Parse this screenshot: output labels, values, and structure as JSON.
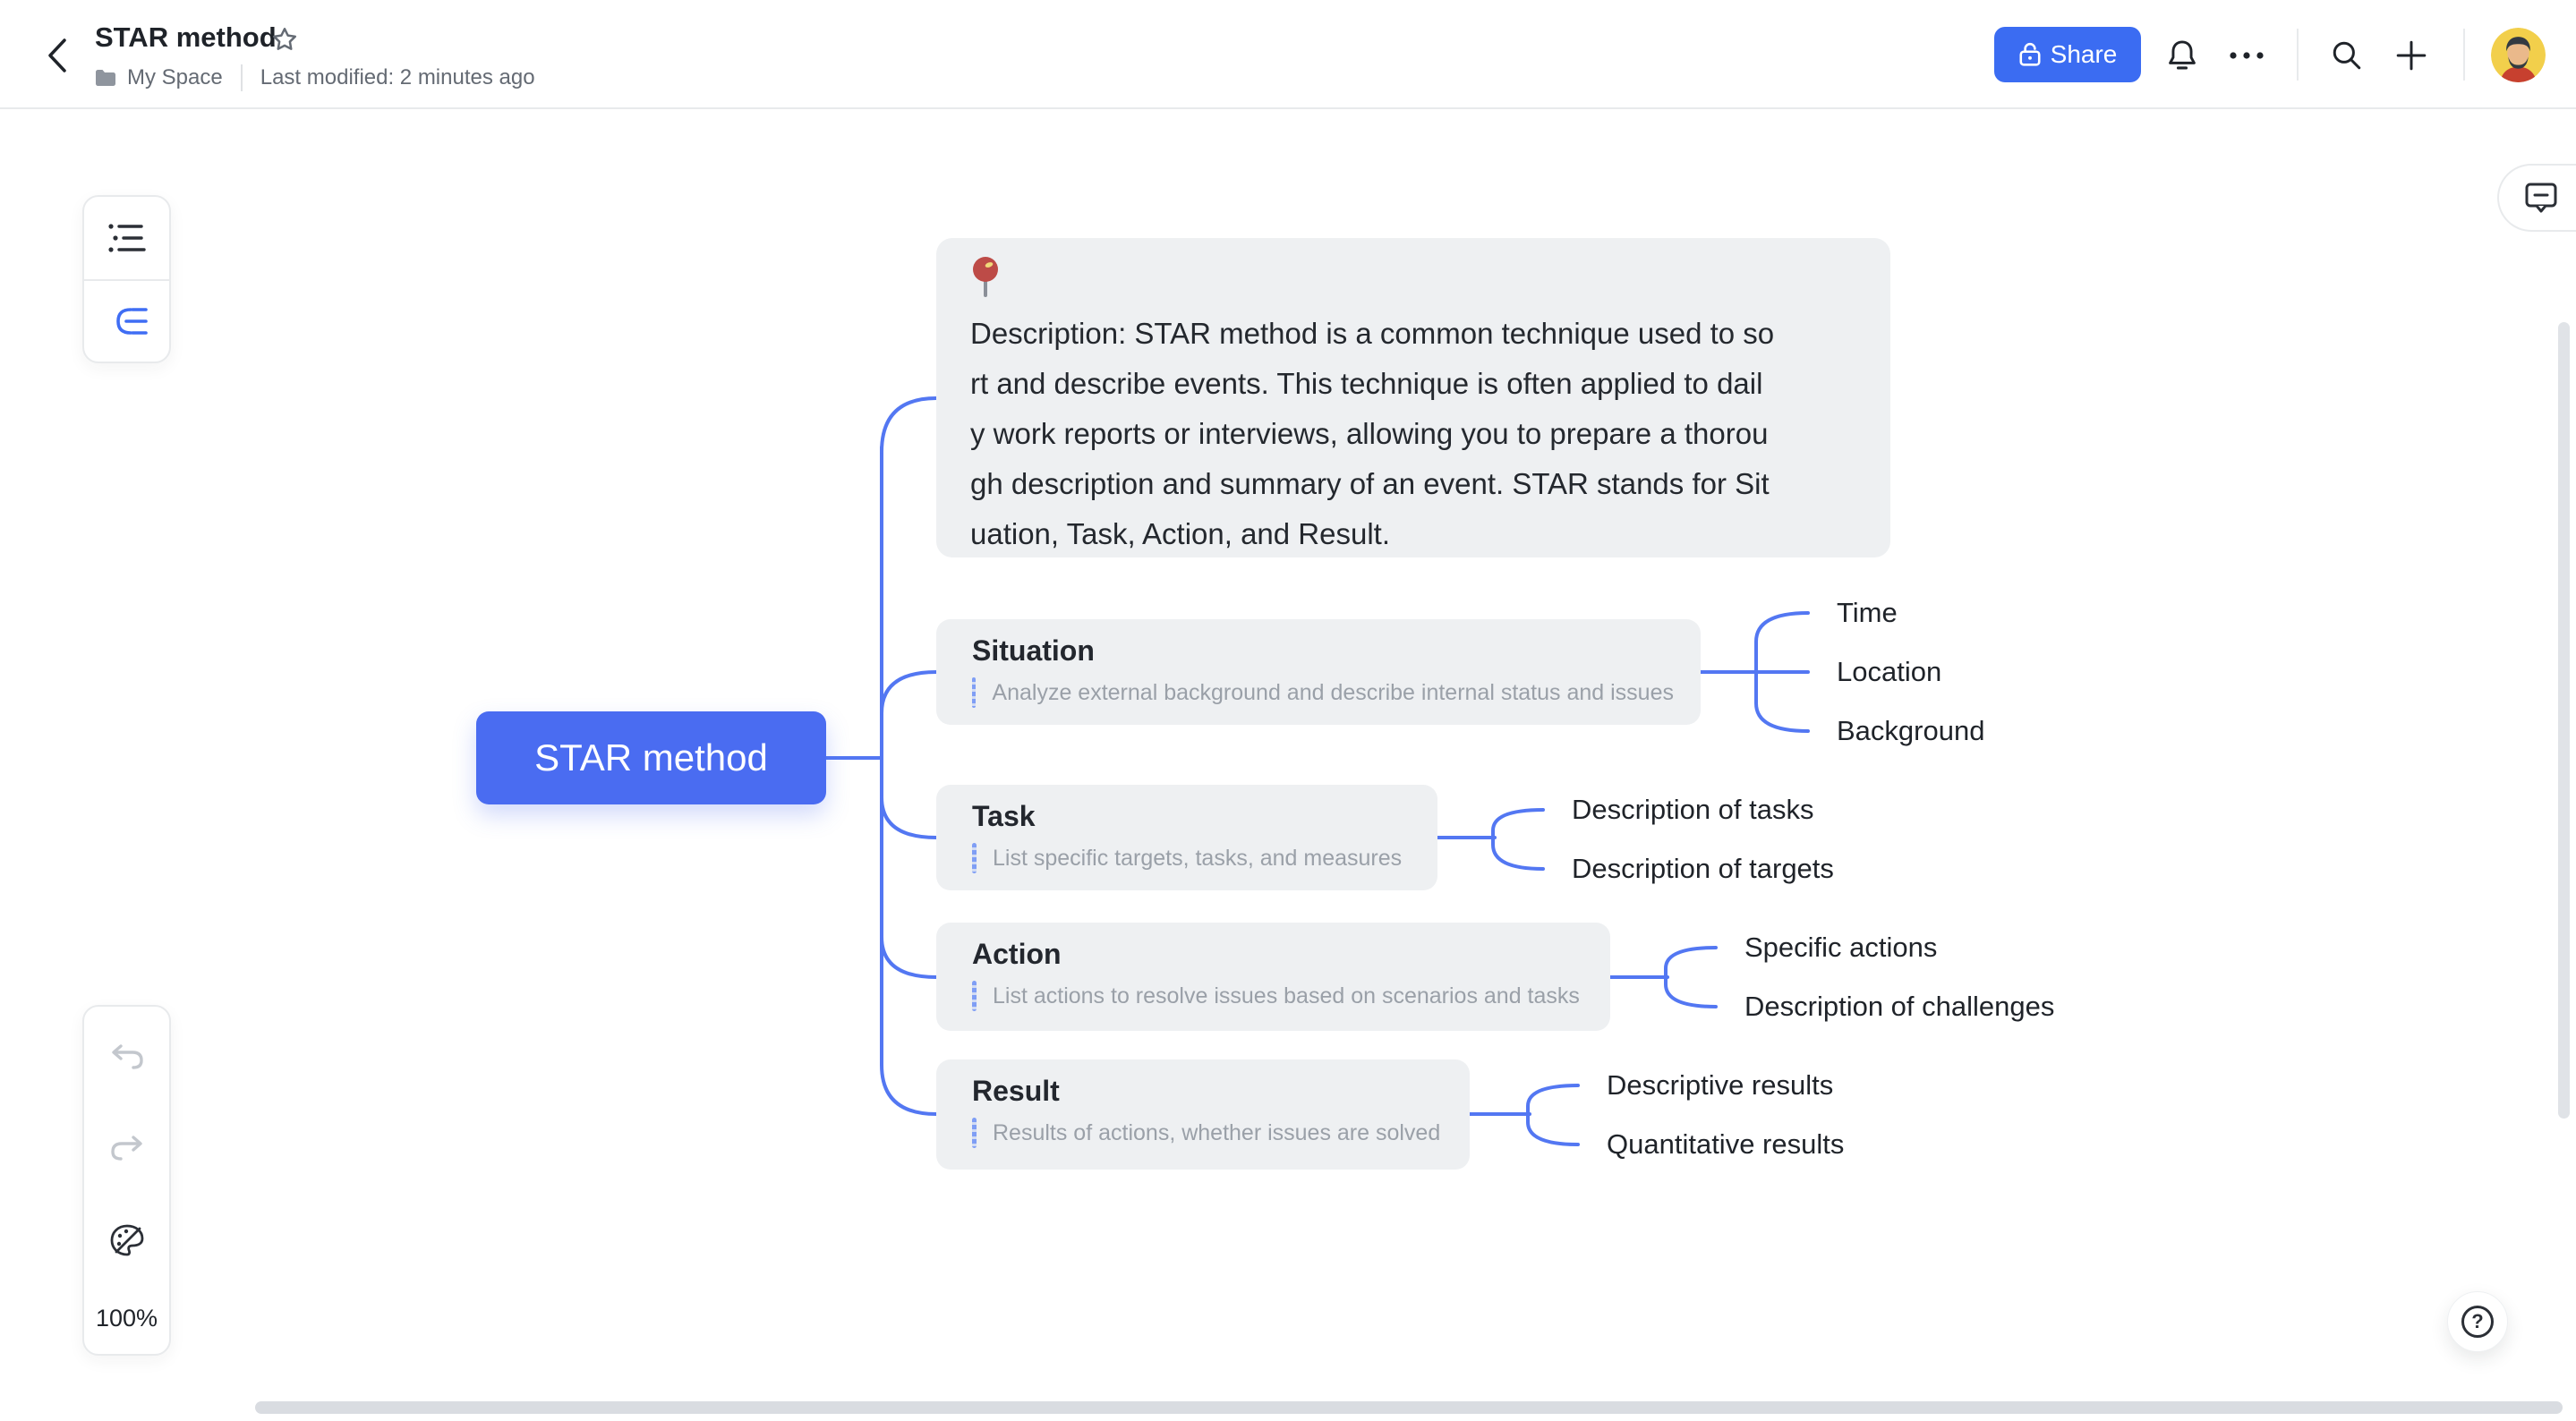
{
  "header": {
    "title": "STAR method",
    "space": "My Space",
    "last_modified": "Last modified: 2 minutes ago",
    "share_label": "Share",
    "icons": {
      "back": "chevron-left",
      "favorite": "star-outline",
      "space": "folder",
      "share_lock": "lock",
      "notifications": "bell",
      "more": "ellipsis",
      "search": "magnifier",
      "create": "plus",
      "avatar": "user-portrait"
    }
  },
  "left_toolbar": {
    "items": [
      {
        "name": "outline-list",
        "icon": "bulleted-list",
        "active": false
      },
      {
        "name": "mindmap-view",
        "icon": "mindmap-brace",
        "active": true
      }
    ]
  },
  "bottom_left_controls": {
    "undo_icon": "undo-arrow",
    "redo_icon": "redo-arrow",
    "theme_icon": "palette-slash",
    "zoom_level": "100%"
  },
  "right_controls": {
    "comment_icon": "comment-bubble",
    "help_icon": "question-mark",
    "help_label": "?"
  },
  "mindmap": {
    "root": {
      "label": "STAR method"
    },
    "description": {
      "icon": "round-pushpin",
      "full_text": "Description: STAR method is a common technique used to sort and describe events. This technique is often applied to daily work reports or interviews, allowing you to prepare a thorough description and summary of an event. STAR stands for Situation, Task, Action, and Result.",
      "lines": [
        "Description: STAR method is a common technique used to so",
        "rt and describe events. This technique is often applied to dail",
        "y work reports or interviews, allowing you to prepare a thorou",
        "gh description and summary of an event. STAR stands for Sit",
        "uation, Task, Action, and Result."
      ]
    },
    "branches": [
      {
        "title": "Situation",
        "note": "Analyze external background and describe internal status and issues",
        "children": [
          "Time",
          "Location",
          "Background"
        ]
      },
      {
        "title": "Task",
        "note": "List specific targets, tasks, and measures",
        "children": [
          "Description of tasks",
          "Description of targets"
        ]
      },
      {
        "title": "Action",
        "note": "List actions to resolve issues based on scenarios and tasks",
        "children": [
          "Specific actions",
          "Description of challenges"
        ]
      },
      {
        "title": "Result",
        "note": "Results of actions, whether issues are solved",
        "children": [
          "Descriptive results",
          "Quantitative results"
        ]
      }
    ]
  },
  "colors": {
    "accent_blue": "#3b6cf2",
    "root_node_blue": "#4a6cf1",
    "connector_blue": "#5377f2",
    "node_background": "#eef0f2",
    "text_primary": "#1f2329",
    "text_secondary": "#646a73",
    "note_text": "#9aa0a8",
    "border": "#e8eaec",
    "scrollbar": "#d9dce1"
  }
}
